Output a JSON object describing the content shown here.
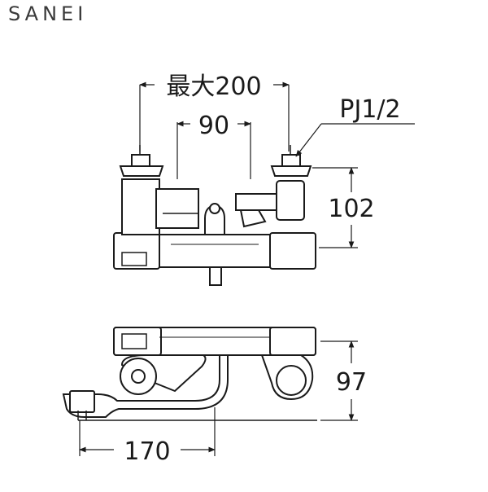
{
  "brand": {
    "name": "SANEI"
  },
  "drawing": {
    "dimensions": {
      "max_width": "最大200",
      "center_pitch": "90",
      "thread": "PJ1/2",
      "inlet_height": "102",
      "depth": "97",
      "spout_reach": "170"
    }
  },
  "colors": {
    "line": "#1a1a1a",
    "dim": "#333333",
    "background": "#ffffff"
  }
}
